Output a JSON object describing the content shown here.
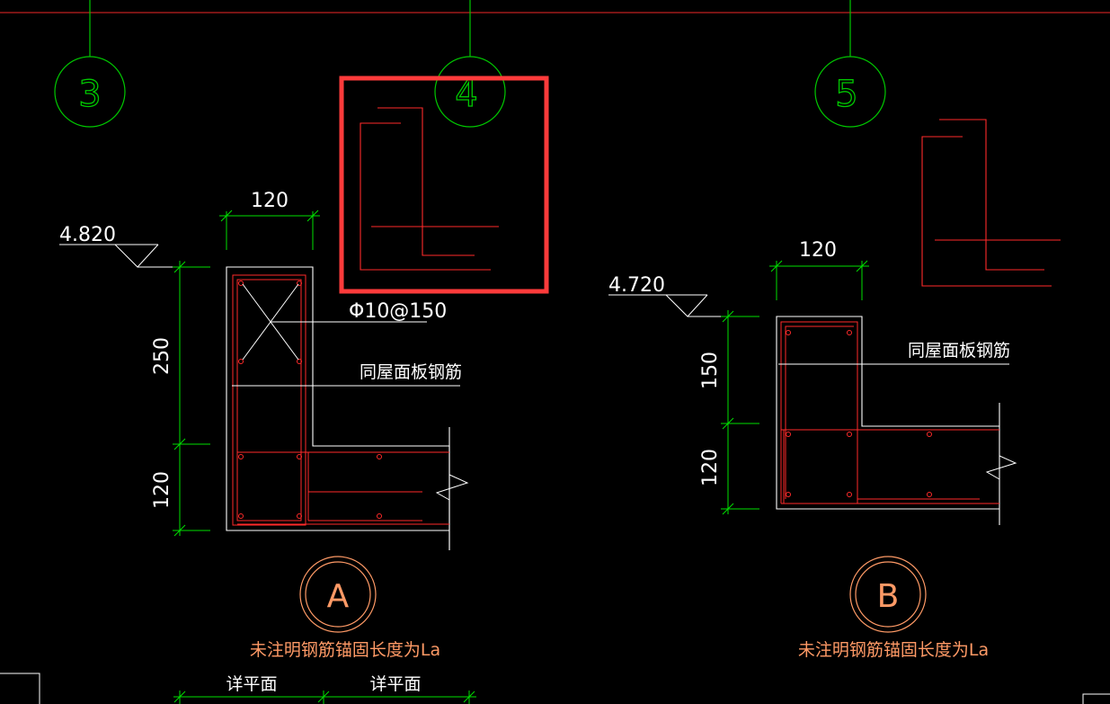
{
  "colors": {
    "background": "#000000",
    "axis": "#00c800",
    "outline": "#ffffff",
    "rebar": "#ff2a2a",
    "dimension": "#00e000",
    "detail_title": "#ff9a66",
    "highlight_box": "#ff3b3b"
  },
  "grid_axes": [
    {
      "label": "3"
    },
    {
      "label": "4"
    },
    {
      "label": "5"
    }
  ],
  "section_a": {
    "elevation": "4.820",
    "width_dim": "120",
    "height_dim_upper": "250",
    "height_dim_lower": "120",
    "stirrup_label": "Φ10@150",
    "slab_rebar_label": "同屋面板钢筋",
    "detail_mark": "A",
    "note": "未注明钢筋锚固长度为La",
    "bottom_notes": [
      "详平面",
      "详平面"
    ]
  },
  "section_b": {
    "elevation": "4.720",
    "width_dim": "120",
    "height_dim_upper": "150",
    "height_dim_lower": "120",
    "slab_rebar_label": "同屋面板钢筋",
    "detail_mark": "B",
    "note": "未注明钢筋锚固长度为La"
  }
}
